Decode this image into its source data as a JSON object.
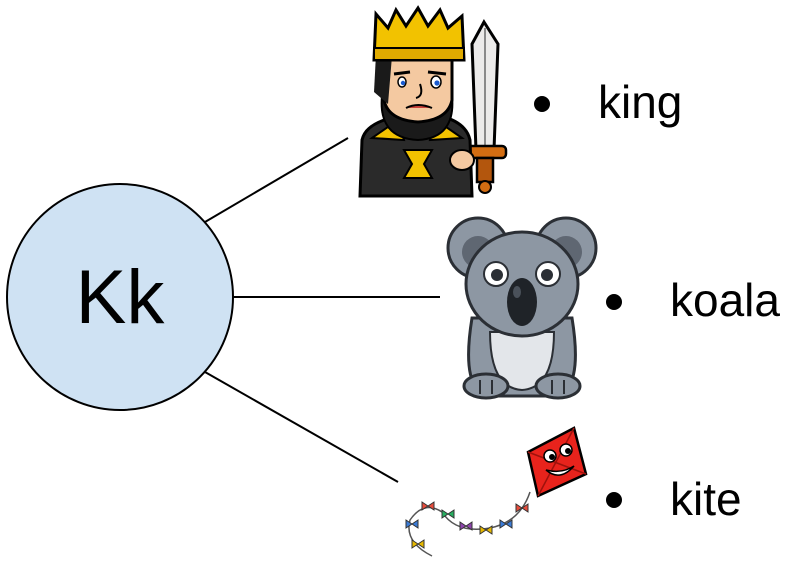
{
  "center": {
    "label": "Kk",
    "fill_color": "#cfe2f3"
  },
  "items": [
    {
      "word": "king",
      "icon": "king-icon"
    },
    {
      "word": "koala",
      "icon": "koala-icon"
    },
    {
      "word": "kite",
      "icon": "kite-icon"
    }
  ]
}
